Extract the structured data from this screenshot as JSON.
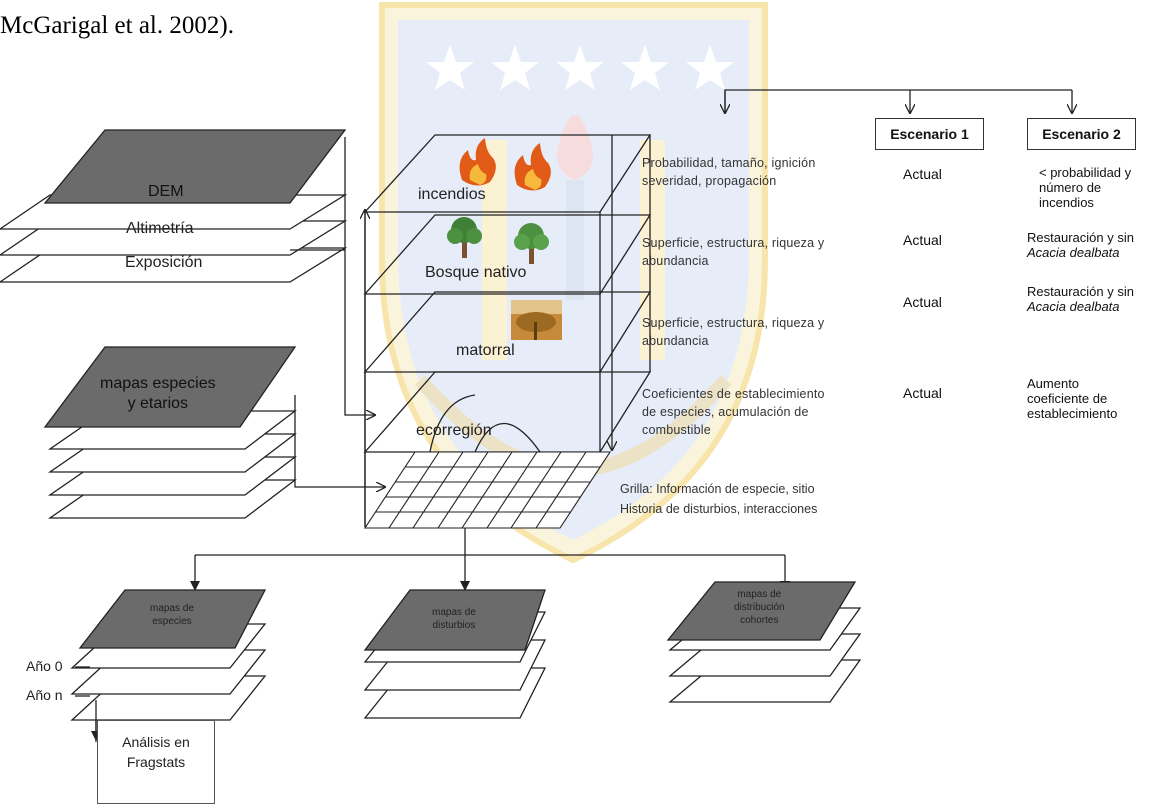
{
  "top_text": "McGarigal et al. 2002).",
  "dem_stack": {
    "top": "DEM",
    "layer2": "Altimetría",
    "layer3": "Exposición"
  },
  "species_stack": {
    "line1": "mapas especies",
    "line2": "y etarios"
  },
  "central_layers": {
    "fire": "incendios",
    "forest": "Bosque nativo",
    "shrub": "matorral",
    "ecoregion": "ecorregión"
  },
  "descriptions": {
    "fire": [
      "Probabilidad, tamaño, ignición",
      "severidad, propagación"
    ],
    "forest": [
      "Superficie, estructura, riqueza y",
      "abundancia"
    ],
    "shrub": [
      "Superficie, estructura, riqueza y",
      "abundancia"
    ],
    "ecoregion": [
      "Coeficientes de establecimiento",
      "de especies, acumulación de",
      "combustible"
    ],
    "grid": [
      "Grilla: Información de especie, sitio",
      "Historia de disturbios, interacciones"
    ]
  },
  "scenarios": {
    "s1_title": "Escenario 1",
    "s2_title": "Escenario 2",
    "s1_values": [
      "Actual",
      "Actual",
      "Actual",
      "Actual"
    ],
    "s2_fire": [
      "< probabilidad y",
      "número de",
      "incendios"
    ],
    "s2_forest": [
      "Restauración y sin",
      "Acacia dealbata"
    ],
    "s2_shrub": [
      "Restauración y sin",
      "Acacia dealbata"
    ],
    "s2_ecoregion": [
      "Aumento",
      "coeficiente de",
      "establecimiento"
    ]
  },
  "outputs": {
    "species": [
      "mapas de",
      "especies"
    ],
    "disturbances": [
      "mapas de",
      "disturbios"
    ],
    "cohorts": [
      "mapas de",
      "distribución",
      "cohortes"
    ]
  },
  "years": {
    "first": "Año 0",
    "last": "Año n"
  },
  "analysis": [
    "Análisis en",
    "Fragstats"
  ],
  "colors": {
    "dark_layer": "#6b6b6b",
    "line": "#222222",
    "logo_blue": "#dde7f5",
    "logo_gold": "#fbf1d3"
  }
}
